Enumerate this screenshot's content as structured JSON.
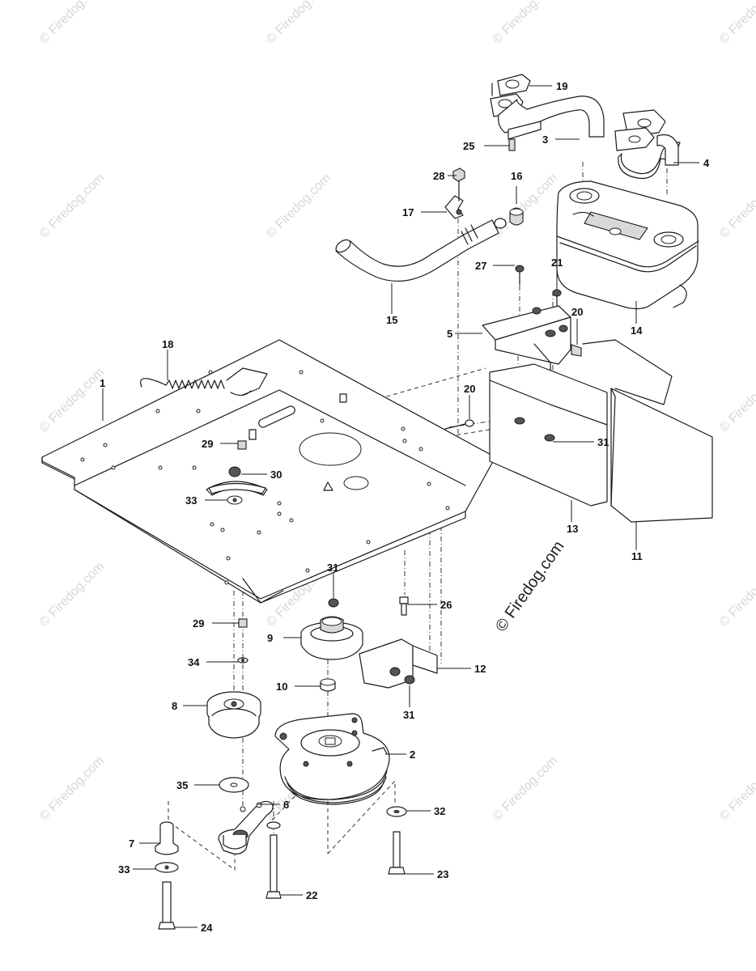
{
  "watermark": {
    "text": "© Firedog.com",
    "main_text": "© Firedog.com"
  },
  "callouts": {
    "c1": "1",
    "c2": "2",
    "c3": "3",
    "c4": "4",
    "c5": "5",
    "c6": "6",
    "c7": "7",
    "c8": "8",
    "c9": "9",
    "c10": "10",
    "c11": "11",
    "c12": "12",
    "c13": "13",
    "c14": "14",
    "c15": "15",
    "c16": "16",
    "c17": "17",
    "c18": "18",
    "c19": "19",
    "c20a": "20",
    "c20b": "20",
    "c21": "21",
    "c22": "22",
    "c23": "23",
    "c24": "24",
    "c25": "25",
    "c26": "26",
    "c27": "27",
    "c28": "28",
    "c29a": "29",
    "c29b": "29",
    "c30": "30",
    "c31a": "31",
    "c31b": "31",
    "c31c": "31",
    "c32": "32",
    "c33a": "33",
    "c33b": "33",
    "c34": "34",
    "c35": "35"
  }
}
